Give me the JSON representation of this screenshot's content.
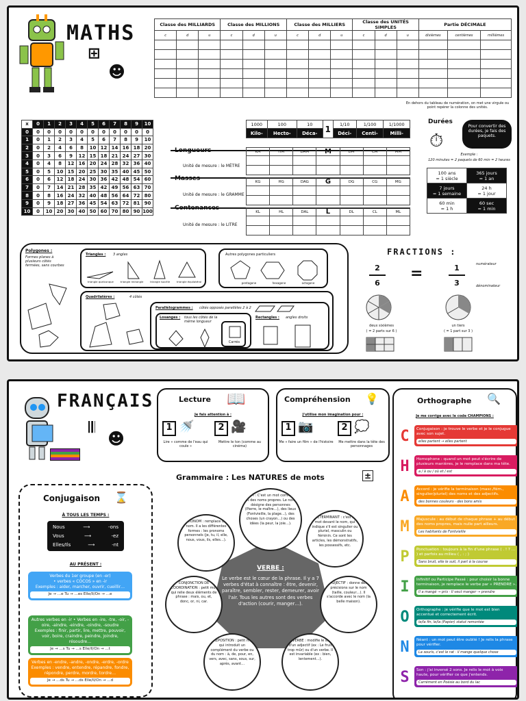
{
  "maths": {
    "title": "MATHS",
    "numeration": {
      "classes": [
        "Classe des MILLIARDS",
        "Classe des MILLIONS",
        "Classe des MILLIERS",
        "Classe des UNITÉS SIMPLES",
        "Partie DÉCIMALE"
      ],
      "cols": [
        "c",
        "d",
        "u",
        "c",
        "d",
        "u",
        "c",
        "d",
        "u",
        "c",
        "d",
        "u",
        "dixièmes",
        "centièmes",
        "millièmes"
      ],
      "note": "En dehors du tableau de numération, on met une virgule ou point repérer la colonne des unités."
    },
    "mult": {
      "header": [
        "x",
        "0",
        "1",
        "2",
        "3",
        "4",
        "5",
        "6",
        "7",
        "8",
        "9",
        "10"
      ]
    },
    "mesures": {
      "top": [
        "1000",
        "100",
        "10",
        "1",
        "1/10",
        "1/100",
        "1/1000"
      ],
      "prefixes": [
        "Kilo-",
        "Hecto-",
        "Déca-",
        "",
        "Déci-",
        "Centi-",
        "Milli-"
      ],
      "longueurs": {
        "name": "Longueurs",
        "unit": "Unité de mesure : le MÈTRE",
        "abbr": [
          "KM",
          "HM",
          "DAM",
          "M",
          "DM",
          "CM",
          "MM"
        ]
      },
      "masses": {
        "name": "Masses",
        "unit": "Unité de mesure : le GRAMME",
        "abbr": [
          "KG",
          "HG",
          "DAG",
          "G",
          "DG",
          "CG",
          "MG"
        ]
      },
      "contenances": {
        "name": "Contenances",
        "unit": "Unité de mesure : le LITRE",
        "abbr": [
          "KL",
          "HL",
          "DAL",
          "L",
          "DL",
          "CL",
          "ML"
        ]
      }
    },
    "durees": {
      "title": "Durées",
      "bubble": "Pour convertir des durées, je fais des paquets.",
      "example_title": "Exemple :",
      "example": "120 minutes = 2 paquets de 60 min = 2 heures",
      "cells": [
        [
          "100 ans",
          "= 1 siècle"
        ],
        [
          "365 jours",
          "= 1 an"
        ],
        [
          "7 jours",
          "= 1 semaine"
        ],
        [
          "24 h",
          "= 1 jour"
        ],
        [
          "60 min",
          "= 1 h"
        ],
        [
          "60 sec",
          "= 1 min"
        ]
      ]
    },
    "geometry": {
      "polygones": "Polygones :",
      "polygones_def": "Formes planes à plusieurs côtés fermées, sans courbes",
      "triangles": "Triangles :",
      "triangles_n": "3 angles",
      "tri_labels": [
        "triangle quelconque",
        "triangle rectangle",
        "triangle isocèle",
        "triangle équilatéral"
      ],
      "autres": "Autres polygones particuliers",
      "autres_labels": [
        "pentagone",
        "hexagone",
        "octogone"
      ],
      "quad": "Quadrilatères :",
      "quad_n": "4 côtés",
      "para": "Parallélogrammes :",
      "para_def": "côtés opposés parallèles 2 à 2",
      "losange": "Losanges :",
      "losange_def": "tous les côtés de la même longueur",
      "rect": "Rectangles :",
      "rect_def": "angles droits",
      "carre": "Carrés"
    },
    "fractions": {
      "title": "FRACTIONS :",
      "f1n": "2",
      "f1d": "6",
      "f2n": "1",
      "f2d": "3",
      "num": "numérateur",
      "den": "dénominateur",
      "l1": "deux sixièmes",
      "l1b": "( = 2 parts sur 6 )",
      "l2": "un tiers",
      "l2b": "( = 1 part sur 3 )"
    }
  },
  "fr": {
    "title": "FRANÇAIS",
    "lecture": {
      "title": "Lecture",
      "sub": "Je fais attention à :",
      "i1": "Lire « comme de l'eau qui coule »",
      "i2": "Mettre le ton (comme au cinéma)",
      "n1": "1",
      "n2": "2"
    },
    "comp": {
      "title": "Compréhension",
      "sub": "J'utilise mon imagination pour :",
      "i1": "Me « faire un film » de l'histoire",
      "i2": "Me mettre dans la tête des personnages",
      "n1": "1",
      "n2": "2"
    },
    "conj": {
      "title": "Conjugaison",
      "tous": "À TOUS LES TEMPS :",
      "rows": [
        [
          "Nous",
          "-ons"
        ],
        [
          "Vous",
          "-ez"
        ],
        [
          "Elles/Ils",
          "-nt"
        ]
      ],
      "present": "AU PRÉSENT :",
      "g1": "Verbes du 1er groupe (en -er)",
      "g1b": "• verbes « COCOS » en -ir",
      "g1c": "Exemples : aider, marcher, ouvrir, cueillir…",
      "g1r": "Je → …e   Tu → …es   Elle/Il/On → …e",
      "g2": "Autres verbes en -ir • Verbes en -ire, -tre, -oir, -oire, -aindre, -eindre, -oindre, -soudre",
      "g2b": "Exemples : finir, partir, lire, mettre, pouvoir, voir, boire, craindre, peindre, joindre, résoudre…",
      "g2r": "Je → …s   Tu → …s   Elle/Il/On → …t",
      "g3": "Verbes en -endre, -andre, -ondre, -erdre, -ordre",
      "g3b": "Exemples : vendre, entendre, répandre, fondre, répondre, perdre, mordre, tordre…",
      "g3r": "Je → …ds   Tu → …ds   Elle/Il/On → …d"
    },
    "gram": {
      "title": "Grammaire : Les NATURES de mots",
      "verbe": "VERBE :",
      "verbe_def": "Le verbe est le cœur de la phrase. Il y a 7 verbes d'état à connaître : être, devenir, paraître, sembler, rester, demeurer, avoir l'air. Tous les autres sont des verbes d'action (courir, manger…).",
      "nom": "NOM : C'est un mot commun et des noms propres. Le nom désigne des personnes (Pierre, le maître…), des lieux (Fontvieille, la plage…), des choses (un crayon…) ou des idées (la peur, la joie…).",
      "det": "DÉTERMINANT : c'est le mot devant le nom, qui indique s'il est singulier ou pluriel, masculin ou féminin. Ce sont les articles, les démonstratifs, les possessifs, etc.",
      "adj": "ADJECTIF : donne des précisions sur le nom (taille, couleur…). Il s'accorde avec le nom (la belle maison).",
      "adv": "ADVERBE : modifie le sens d'un adjectif (ex : Le fruit trop mûr) ou d'un verbe. Il est invariable (ex : bien, lentement…).",
      "prep": "PRÉPOSITION : petit mot qui introduit un complément du verbe ou du nom : à, de, pour, en, vers, avec, sans, sous, sur, après, avant…",
      "conj": "CONJONCTION DE COORDINATION : petit mot qui relie deux éléments de phrase : mais, ou, et, donc, or, ni, car.",
      "pron": "PRONOM : remplace un nom. Il a les différentes formes : les pronoms personnels (je, tu, il, elle, nous, vous, ils, elles…)."
    },
    "ortho": {
      "title": "Orthographe",
      "sub": "Je me corrige avec le code CHAMPIONS :",
      "letters": [
        "C",
        "H",
        "A",
        "M",
        "P",
        "I",
        "O",
        "N",
        "S"
      ],
      "items": [
        {
          "t": "Conjugaison : je trouve le verbe et je le conjugue avec son sujet.",
          "e": "elles partent → elles partent",
          "c": "#e53935"
        },
        {
          "t": "Homophone : quand un mot peut s'écrire de plusieurs manières, je le remplace dans ma tête.",
          "e": "a / à   ou / où   et / est",
          "c": "#d81b60"
        },
        {
          "t": "Accord : je vérifie la terminaison (masc./fém., singulier/pluriel) des noms et des adjectifs.",
          "e": "des bonnes couleurs · des bons amis",
          "c": "#fb8c00"
        },
        {
          "t": "Majuscule : au début de chaque phrase + au début des noms propres, mais nulle part ailleurs.",
          "e": "Les habitants de Fontvieille",
          "c": "#f9a825"
        },
        {
          "t": "Ponctuation : toujours à la fin d'une phrase ( . ! ? … ) et parfois au milieu ( , : ; )",
          "e": "Sans bruit, elle le suit, il part à la course",
          "c": "#c0ca33"
        },
        {
          "t": "Infinitif ou Participe Passé : pour choisir la bonne terminaison, je remplace le verbe par « PRENDRE ».",
          "e": "Il a mangé → pris · Il veut manger → prendre",
          "c": "#43a047"
        },
        {
          "t": "Orthographe : je vérifie que le mot est bien accentué et correctement écrit.",
          "e": "le/la fin, le/la (Papier) statut remontée",
          "c": "#00897b"
        },
        {
          "t": "Néant : un mot peut être oublié ! Je relis la phrase pour vérifier.",
          "e": "La souris, c'est le rat · il mange quelque chose",
          "c": "#1e88e5"
        },
        {
          "t": "Son : j'ai inversé 2 sons. Je relis le mot à voix haute, pour vérifier ce que j'entends.",
          "e": "Carrément en Poésie au bord du lac",
          "c": "#8e24aa"
        }
      ]
    }
  }
}
